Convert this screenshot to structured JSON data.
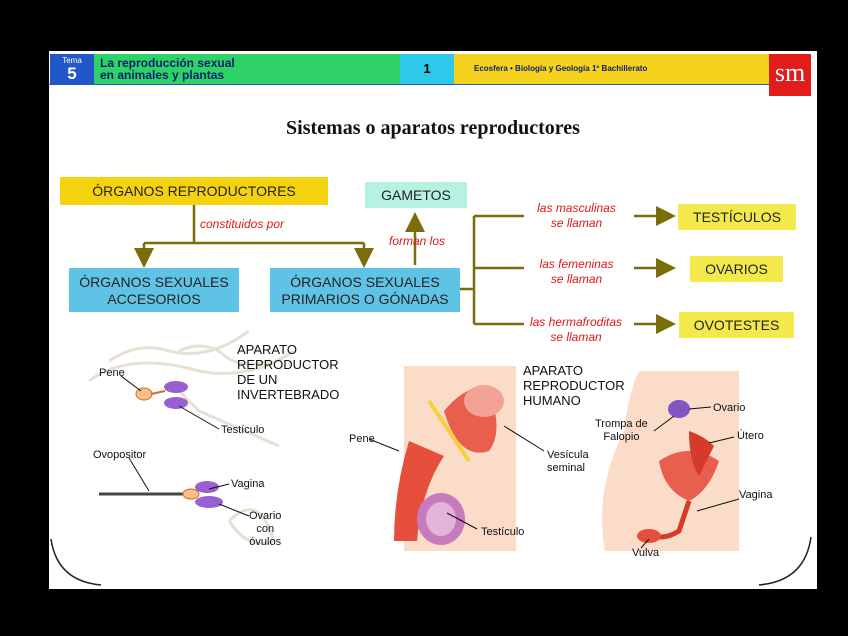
{
  "header": {
    "tema_label": "Tema",
    "tema_number": "5",
    "title_line1": "La reproducción sexual",
    "title_line2": "en animales y plantas",
    "page_number": "1",
    "book": "Ecosfera • Biología y Geología 1º Bachillerato",
    "logo": "sm"
  },
  "slide_title": "Sistemas o aparatos reproductores",
  "diagram": {
    "organos": "ÓRGANOS REPRODUCTORES",
    "constituidos": "constituidos por",
    "accesorios_line1": "ÓRGANOS SEXUALES",
    "accesorios_line2": "ACCESORIOS",
    "primarios_line1": "ÓRGANOS SEXUALES",
    "primarios_line2": "PRIMARIOS O GÓNADAS",
    "forman": "forman los",
    "gametos": "GAMETOS",
    "masculinas_line1": "las masculinas",
    "masculinas_line2": "se llaman",
    "femeninas_line1": "las femeninas",
    "femeninas_line2": "se llaman",
    "hermafroditas_line1": "las hermafroditas",
    "hermafroditas_line2": "se llaman",
    "testiculos": "TESTÍCULOS",
    "ovarios": "OVARIOS",
    "ovotestes": "OVOTESTES"
  },
  "invertebrate": {
    "title_line1": "APARATO",
    "title_line2": "REPRODUCTOR",
    "title_line3": "DE UN",
    "title_line4": "INVERTEBRADO",
    "pene": "Pene",
    "testiculo": "Testículo",
    "ovopositor": "Ovopositor",
    "vagina": "Vagina",
    "ovario_line1": "Ovario",
    "ovario_line2": "con",
    "ovario_line3": "óvulos"
  },
  "human": {
    "title_line1": "APARATO",
    "title_line2": "REPRODUCTOR",
    "title_line3": "HUMANO",
    "pene": "Pene",
    "vesicula_line1": "Vesícula",
    "vesicula_line2": "seminal",
    "testiculo": "Testículo",
    "ovario": "Ovario",
    "trompa_line1": "Trompa de",
    "trompa_line2": "Falopio",
    "utero": "Útero",
    "vagina": "Vagina",
    "vulva": "Vulva"
  },
  "colors": {
    "arrow": "#7a6e0a",
    "red_text": "#e01616",
    "gonad_purple": "#9a5fd0"
  }
}
